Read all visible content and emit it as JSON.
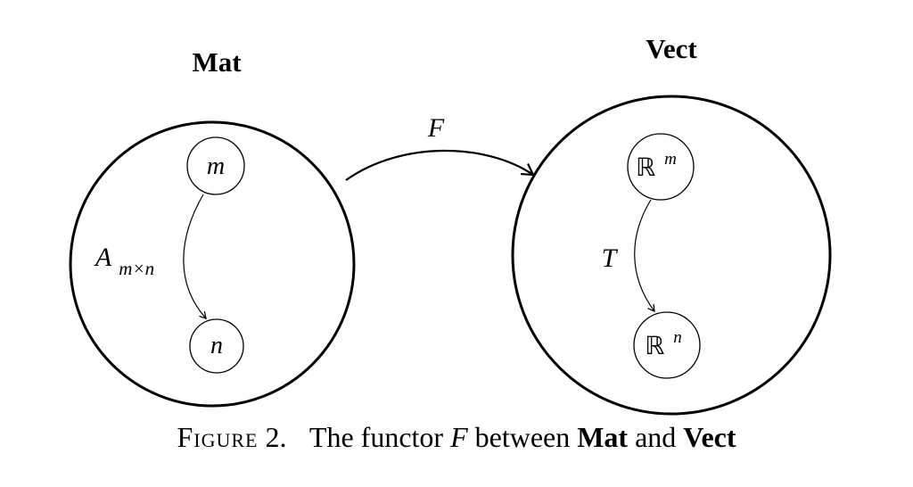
{
  "left_category": {
    "title": "Mat",
    "source_object": "m",
    "target_object": "n",
    "morphism": {
      "symbol": "A",
      "subscript": "m×n"
    }
  },
  "right_category": {
    "title": "Vect",
    "source_object": {
      "base": "ℝ",
      "exponent": "m"
    },
    "target_object": {
      "base": "ℝ",
      "exponent": "n"
    },
    "morphism": {
      "symbol": "T"
    }
  },
  "functor": {
    "symbol": "F"
  },
  "caption": {
    "label": "Figure",
    "number": "2.",
    "text_1": "The functor",
    "functor_symbol": "F",
    "text_2": "between",
    "left_name": "Mat",
    "text_3": "and",
    "right_name": "Vect"
  }
}
